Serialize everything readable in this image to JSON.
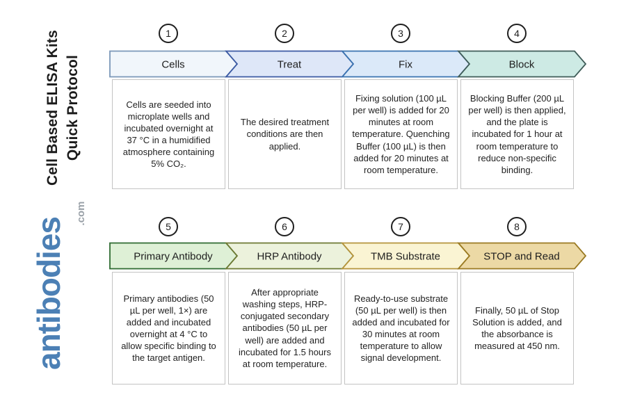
{
  "branding": {
    "title_line1": "Cell Based ELISA Kits",
    "title_line2": "Quick Protocol",
    "title_color": "#1c1c1c",
    "logo_text": "antibodies",
    "logo_suffix": ".com",
    "logo_color": "#4c80b5",
    "logo_suffix_color": "#9aa1a8"
  },
  "steps": [
    {
      "number": "1",
      "label": "Cells",
      "fill": "#f1f6fb",
      "border": "#7b97b8",
      "description": "Cells are seeded into microplate wells and incubated overnight at 37 °C in a humidified atmosphere containing 5% CO₂."
    },
    {
      "number": "2",
      "label": "Treat",
      "fill": "#dee7f8",
      "border": "#3b5aa3",
      "description": "The desired treatment conditions are then applied."
    },
    {
      "number": "3",
      "label": "Fix",
      "fill": "#dbe9f9",
      "border": "#3a72b0",
      "description": "Fixing solution (100 µL per well) is added for 20 minutes at room temperature. Quenching Buffer (100 µL) is then added for 20 minutes at room temperature."
    },
    {
      "number": "4",
      "label": "Block",
      "fill": "#cdeae4",
      "border": "#3f5c58",
      "description": "Blocking Buffer (200 µL per well) is then applied, and the plate is incubated for 1 hour at room temperature to reduce non-specific binding."
    },
    {
      "number": "5",
      "label": "Primary Antibody",
      "fill": "#def0d6",
      "border": "#2f6b31",
      "description": "Primary antibodies (50 µL per well, 1×) are added and incubated overnight at 4 °C to allow specific binding to the target antigen."
    },
    {
      "number": "6",
      "label": "HRP Antibody",
      "fill": "#ecf2dc",
      "border": "#6d7a33",
      "description": "After appropriate washing steps, HRP-conjugated secondary antibodies (50 µL per well) are added and incubated for 1.5 hours at room temperature."
    },
    {
      "number": "7",
      "label": "TMB Substrate",
      "fill": "#faf4d3",
      "border": "#b5943c",
      "description": "Ready-to-use substrate (50 µL per well) is then added and incubated for 30 minutes at room temperature to allow signal development."
    },
    {
      "number": "8",
      "label": "STOP and Read",
      "fill": "#ecd9a5",
      "border": "#9a7a22",
      "description": "Finally, 50 µL of Stop Solution is added, and the absorbance is measured at 450 nm."
    }
  ]
}
